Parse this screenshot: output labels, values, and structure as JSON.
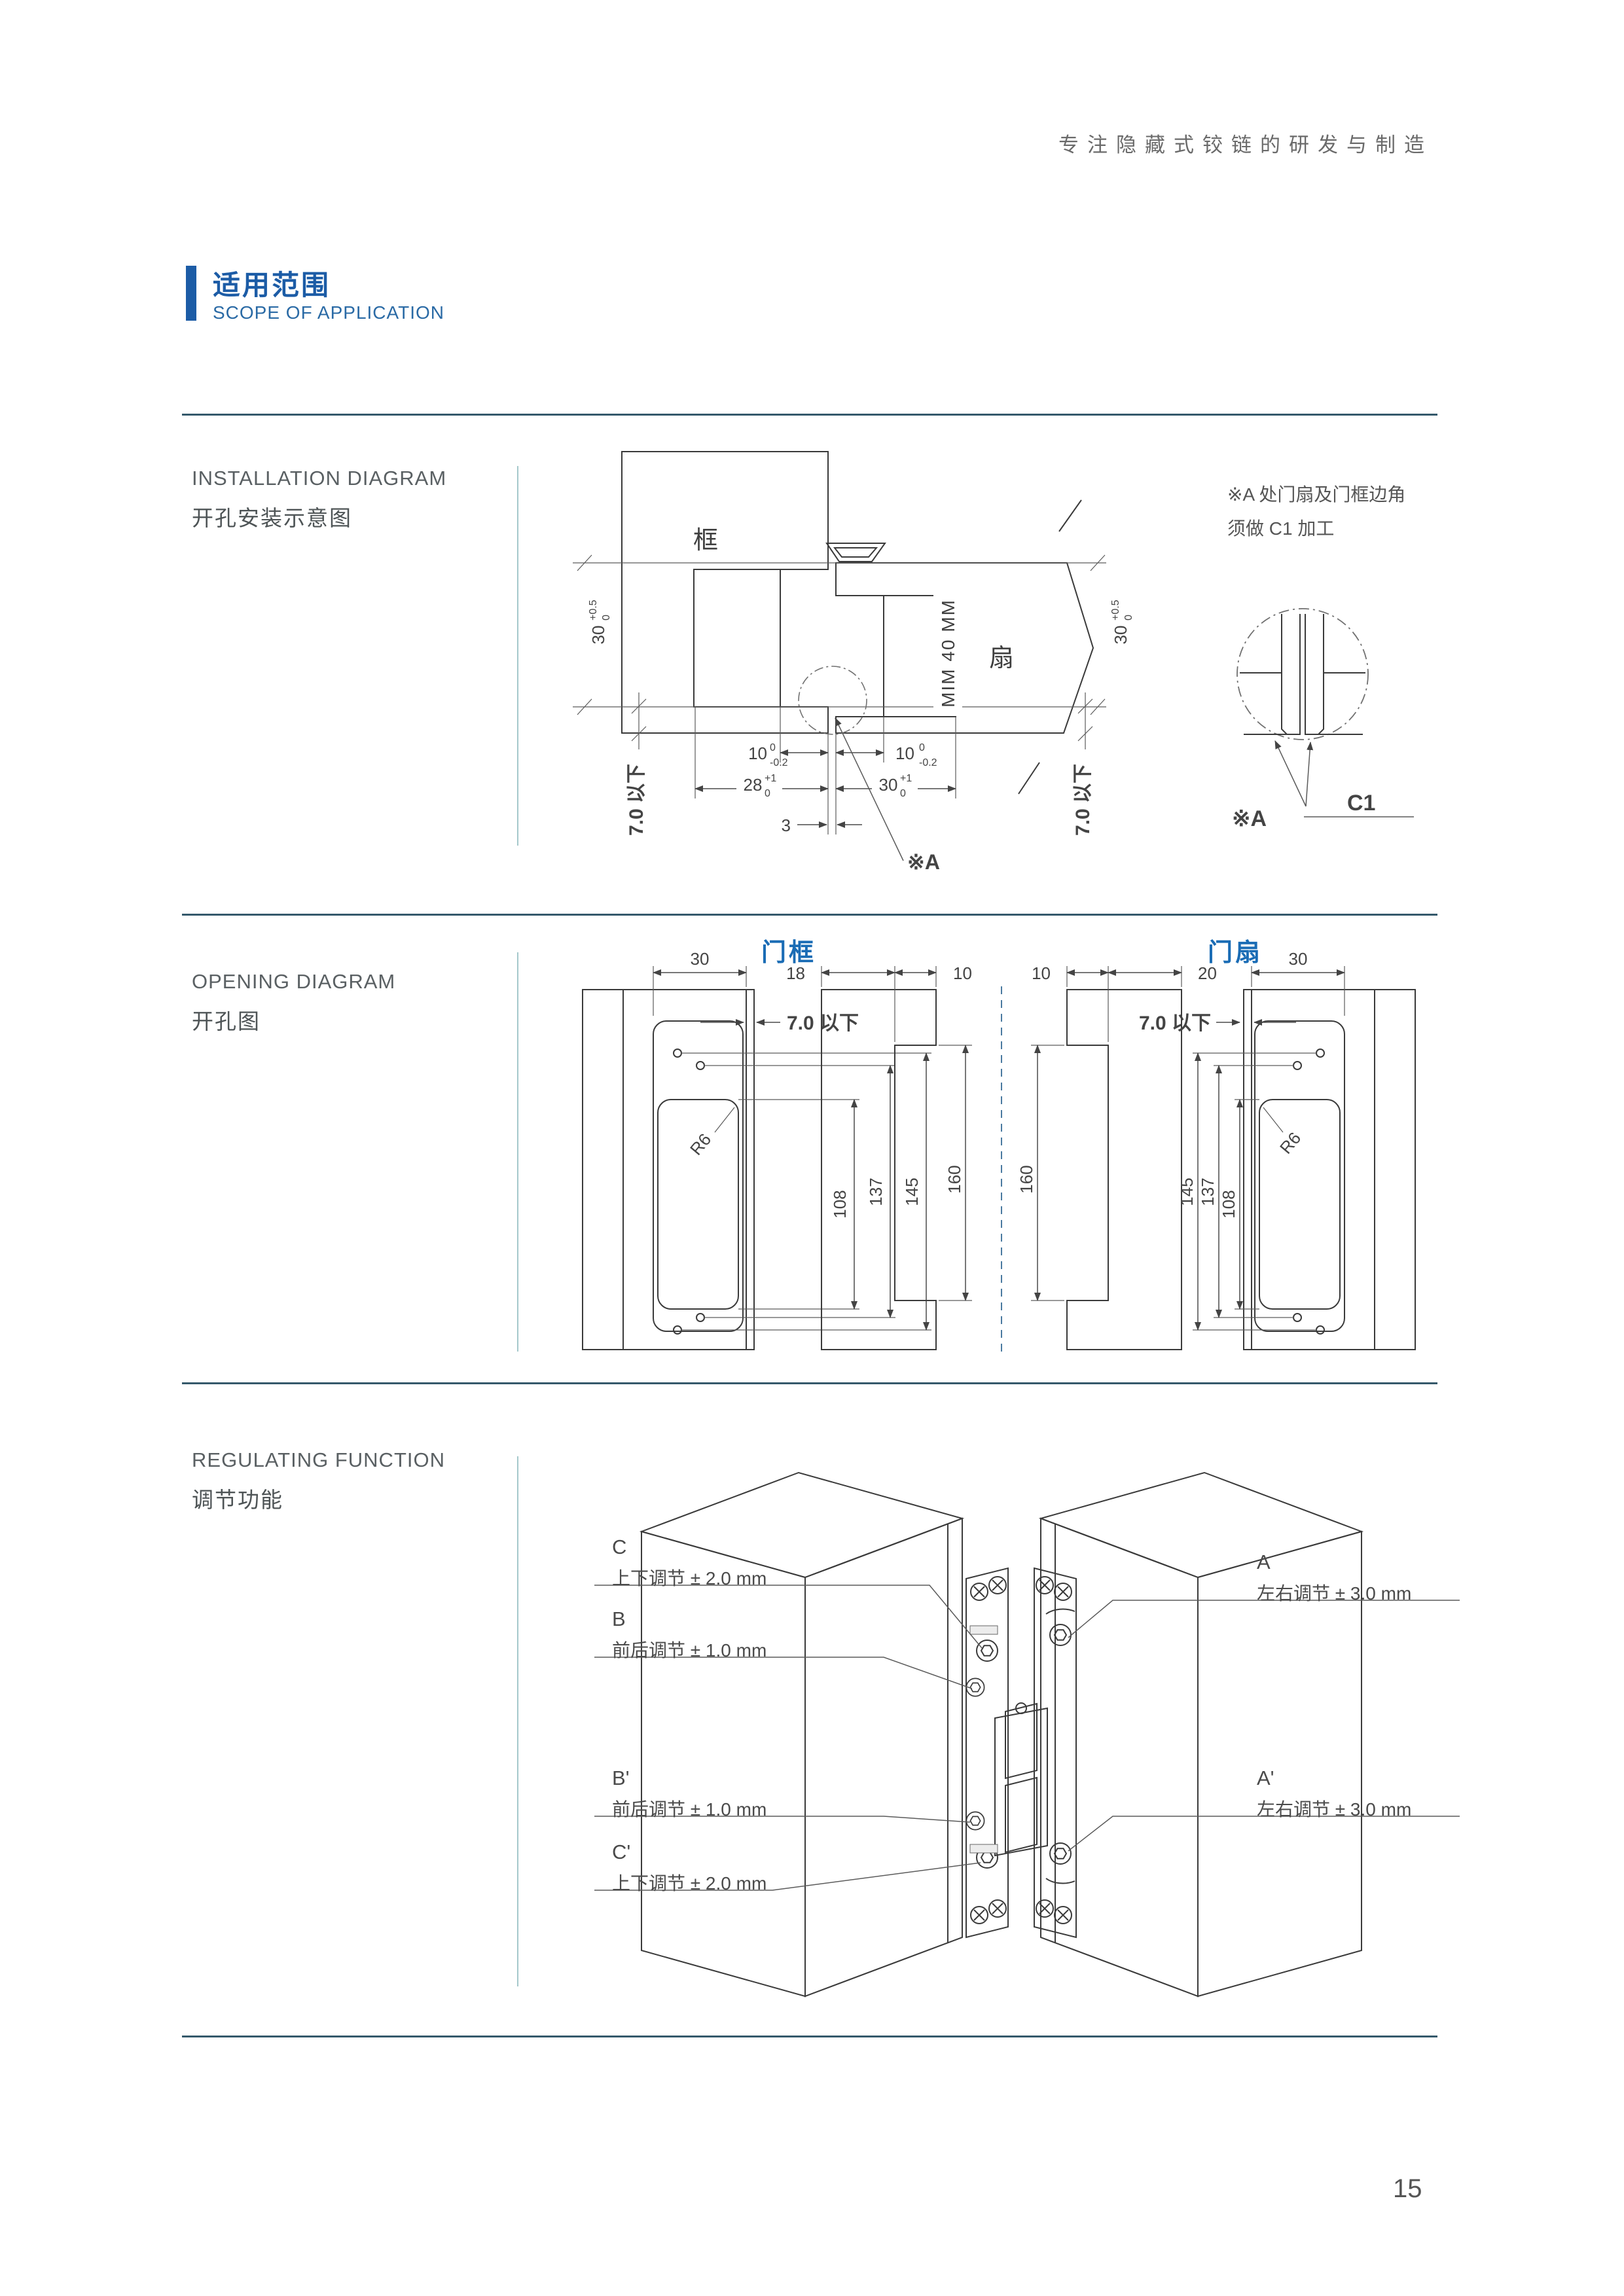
{
  "hdr": "专注隐藏式铰链的研发与制造",
  "sec": {
    "zh": "适用范围",
    "en": "SCOPE OF APPLICATION"
  },
  "inst": {
    "en": "INSTALLATION DIAGRAM",
    "zh": "开孔安装示意图",
    "frame": "框",
    "leaf": "扇",
    "min": "MIM 40 MM",
    "d30": "30",
    "d30sup": "+0.5",
    "d30sub": "0",
    "b7": "7.0 以下",
    "d10": "10",
    "d10sup": "0",
    "d10sub": "-0.2",
    "d28": "28",
    "d28sup": "+1",
    "d28sub": "0",
    "d30b": "30",
    "d30bsup": "+1",
    "d30bsub": "0",
    "d3": "3",
    "refA": "※A",
    "note1": "※A 处门扇及门框边角",
    "note2": "须做 C1 加工",
    "c1": "C1"
  },
  "open": {
    "en": "OPENING DIAGRAM",
    "zh": "开孔图",
    "hf": "门框",
    "hl": "门扇",
    "d30": "30",
    "b7": "7.0 以下",
    "r6": "R6",
    "d108": "108",
    "d137": "137",
    "d145": "145",
    "d160": "160",
    "d18": "18",
    "d10": "10",
    "d20": "20"
  },
  "reg": {
    "en": "REGULATING FUNCTION",
    "zh": "调节功能",
    "kC": "C",
    "tC": "上下调节 ± 2.0 mm",
    "kB": "B",
    "tB": "前后调节 ± 1.0 mm",
    "kBp": "B'",
    "tBp": "前后调节 ± 1.0 mm",
    "kCp": "C'",
    "tCp": "上下调节 ± 2.0 mm",
    "kA": "A",
    "tA": "左右调节 ± 3.0 mm",
    "kAp": "A'",
    "tAp": "左右调节 ± 3.0 mm"
  },
  "pageno": "15"
}
